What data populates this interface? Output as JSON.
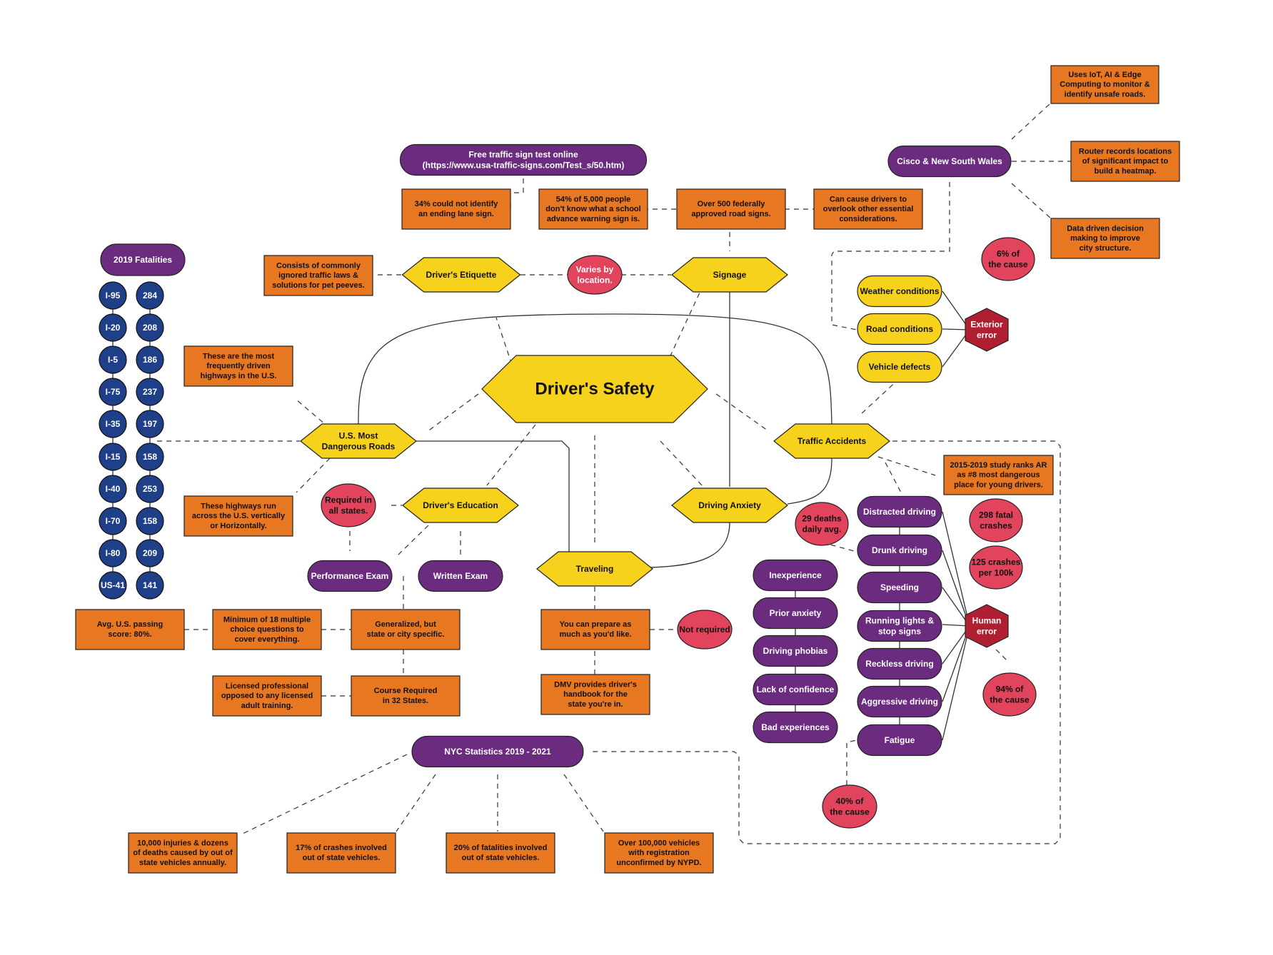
{
  "colors": {
    "orange": "#E87722",
    "purple": "#6B2C80",
    "yellow": "#F6D21C",
    "pink": "#E2445E",
    "red": "#B01E32",
    "navy": "#1F3F88",
    "line": "#333333"
  },
  "center": {
    "label": "Driver's Safety"
  },
  "hexagons": {
    "drivers_etiquette": "Driver's Etiquette",
    "signage": "Signage",
    "us_roads": [
      "U.S. Most",
      "Dangerous Roads"
    ],
    "traffic_accidents": "Traffic Accidents",
    "drivers_education": "Driver's Education",
    "driving_anxiety": "Driving Anxiety",
    "traveling": "Traveling",
    "exterior_error": [
      "Exterior",
      "error"
    ],
    "human_error": [
      "Human",
      "error"
    ]
  },
  "pills": {
    "fatalities_2019": "2019 Fatalities",
    "traffic_sign_test": [
      "Free traffic sign test online",
      "(https://www.usa-traffic-signs.com/Test_s/50.htm)"
    ],
    "cisco": "Cisco & New South Wales",
    "performance_exam": "Performance Exam",
    "written_exam": "Written Exam",
    "nyc_stats": "NYC Statistics 2019 - 2021"
  },
  "exterior_causes": [
    "Weather conditions",
    "Road conditions",
    "Vehicle defects"
  ],
  "human_causes": [
    "Distracted driving",
    "Drunk driving",
    "Speeding",
    [
      "Running lights &",
      "stop signs"
    ],
    "Reckless driving",
    "Aggressive driving",
    "Fatigue"
  ],
  "anxiety_causes": [
    "Inexperience",
    "Prior anxiety",
    "Driving phobias",
    "Lack of confidence",
    "Bad experiences"
  ],
  "highways": [
    {
      "road": "I-95",
      "count": "284"
    },
    {
      "road": "I-20",
      "count": "208"
    },
    {
      "road": "I-5",
      "count": "186"
    },
    {
      "road": "I-75",
      "count": "237"
    },
    {
      "road": "I-35",
      "count": "197"
    },
    {
      "road": "I-15",
      "count": "158"
    },
    {
      "road": "I-40",
      "count": "253"
    },
    {
      "road": "I-70",
      "count": "158"
    },
    {
      "road": "I-80",
      "count": "209"
    },
    {
      "road": "US-41",
      "count": "141"
    }
  ],
  "bubbles": {
    "varies_location": [
      "Varies by",
      "location."
    ],
    "six_percent": [
      "6% of",
      "the cause"
    ],
    "required_states": [
      "Required in",
      "all states."
    ],
    "deaths_daily": [
      "29 deaths",
      "daily avg."
    ],
    "fatal_crashes": [
      "298 fatal",
      "crashes"
    ],
    "crashes_100k": [
      "125 crashes",
      "per 100k"
    ],
    "not_required": [
      "Not required"
    ],
    "ninetyfour_percent": [
      "94% of",
      "the cause"
    ],
    "forty_percent": [
      "40% of",
      "the cause"
    ]
  },
  "notes": {
    "iot": [
      "Uses IoT, AI & Edge",
      "Computing to monitor &",
      "identify unsafe roads."
    ],
    "router": [
      "Router records locations",
      "of significant impact to",
      "build a heatmap."
    ],
    "data_driven": [
      "Data driven decision",
      "making to improve",
      "city structure."
    ],
    "ending_lane": [
      "34% could not identify",
      "an ending lane sign."
    ],
    "school_sign": [
      "54% of 5,000 people",
      "don't know what a school",
      "advance warning sign is."
    ],
    "federal_signs": [
      "Over 500 federally",
      "approved road signs."
    ],
    "overlook": [
      "Can cause drivers to",
      "overlook other essential",
      "considerations."
    ],
    "ignored_laws": [
      "Consists of commonly",
      "ignored traffic laws &",
      "solutions for pet peeves."
    ],
    "most_driven": [
      "These are the most",
      "frequently driven",
      "highways in the U.S."
    ],
    "run_across": [
      "These highways run",
      "across the U.S. vertically",
      "or Horizontally."
    ],
    "ar_study": [
      "2015-2019 study ranks AR",
      "as #8 most dangerous",
      "place for young drivers."
    ],
    "passing_score": [
      "Avg. U.S. passing",
      "score: 80%."
    ],
    "min_questions": [
      "Minimum of 18 multiple",
      "choice questions to",
      "cover everything."
    ],
    "generalized": [
      "Generalized, but",
      "state or city specific."
    ],
    "licensed_pro": [
      "Licensed professional",
      "opposed to any licensed",
      "adult training."
    ],
    "course_required": [
      "Course Required",
      "in 32 States."
    ],
    "prepare": [
      "You can prepare as",
      "much as you'd like."
    ],
    "dmv_handbook": [
      "DMV provides driver's",
      "handbook for the",
      "state you're in."
    ],
    "nyc_injuries": [
      "10,000 injuries & dozens",
      "of deaths caused by out of",
      "state vehicles annually."
    ],
    "nyc_crashes": [
      "17% of crashes involved",
      "out of state vehicles."
    ],
    "nyc_fatalities": [
      "20% of fatalities involved",
      "out of state vehicles."
    ],
    "nyc_unconfirmed": [
      "Over 100,000 vehicles",
      "with registration",
      "unconfirmed by NYPD."
    ]
  }
}
